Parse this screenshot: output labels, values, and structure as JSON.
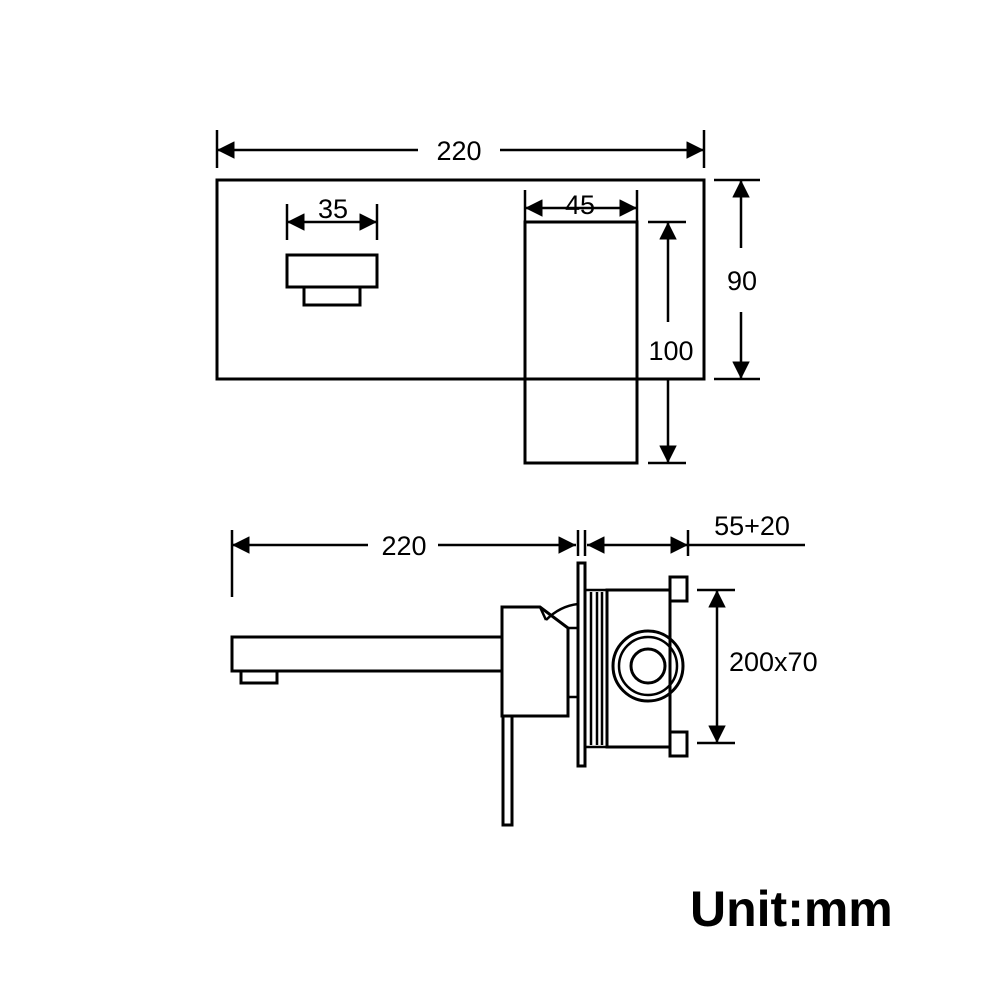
{
  "top_view": {
    "width_label": "220",
    "handle_width_label": "35",
    "spout_width_label": "45",
    "plate_height_label": "90",
    "spout_depth_label": "100"
  },
  "side_view": {
    "spout_length_label": "220",
    "depth_label": "55+20",
    "box_size_label": "200x70"
  },
  "unit_label": "Unit:mm",
  "colors": {
    "line": "#000000",
    "background": "#ffffff"
  }
}
